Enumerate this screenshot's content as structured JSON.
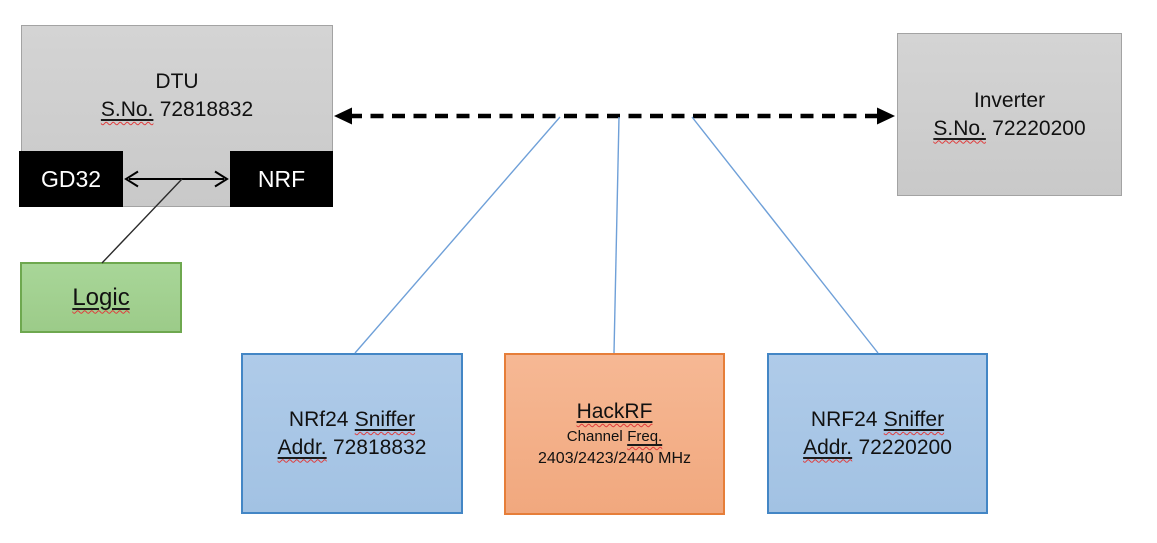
{
  "diagram": {
    "dtu": {
      "title": "DTU",
      "serial_label": "S.No.",
      "serial_value": "72818832"
    },
    "gd32_label": "GD32",
    "nrf_label": "NRF",
    "logic_label": "Logic",
    "inverter": {
      "title": "Inverter",
      "serial_label": "S.No.",
      "serial_value": "72220200"
    },
    "sniffer_left": {
      "title_prefix": "NRf24",
      "title_word": "Sniffer",
      "addr_label": "Addr.",
      "addr_value": "72818832"
    },
    "hackrf": {
      "title": "HackRF",
      "channel_prefix": "Channel",
      "channel_word": "Freq.",
      "frequencies": "2403/2423/2440 MHz"
    },
    "sniffer_right": {
      "title_prefix": "NRF24",
      "title_word": "Sniffer",
      "addr_label": "Addr.",
      "addr_value": "72220200"
    },
    "colors": {
      "background": "#FFFFFF",
      "box_gray_fill": "#CFCFCF",
      "box_gray_border": "#A3A3A3",
      "chip_black_fill": "#000000",
      "chip_text": "#FFFFFF",
      "logic_green_fill": "#A3D394",
      "logic_green_border": "#6EA84F",
      "sniffer_blue_fill": "#A9C7E6",
      "sniffer_blue_border": "#4386C5",
      "hackrf_orange_fill": "#F4B08C",
      "hackrf_orange_border": "#E67E39",
      "connector_blue": "#6FA0D8",
      "arrow_black": "#000000",
      "spellcheck_red": "#E03C3C",
      "text": "#111111"
    }
  }
}
